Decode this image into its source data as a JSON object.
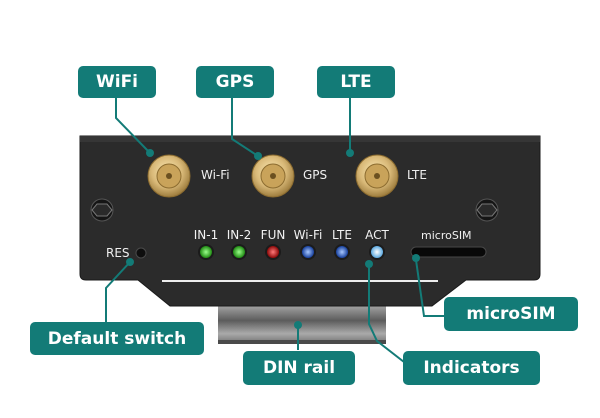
{
  "callouts": {
    "wifi": "WiFi",
    "gps": "GPS",
    "lte": "LTE",
    "default_switch": "Default switch",
    "din_rail": "DIN rail",
    "indicators": "Indicators",
    "microsim": "microSIM"
  },
  "device": {
    "antenna_labels": {
      "wifi": "Wi-Fi",
      "gps": "GPS",
      "lte": "LTE"
    },
    "res_label": "RES",
    "microsim_label": "microSIM",
    "leds": [
      {
        "label": "IN-1",
        "color": "#3bd42a"
      },
      {
        "label": "IN-2",
        "color": "#3bd42a"
      },
      {
        "label": "FUN",
        "color": "#e01818"
      },
      {
        "label": "Wi-Fi",
        "color": "#2e6ef0"
      },
      {
        "label": "LTE",
        "color": "#2e6ef0"
      },
      {
        "label": "ACT",
        "color": "#9fd8ff"
      }
    ]
  },
  "colors": {
    "accent": "#137b77",
    "device_body": "#2b2b2b",
    "connector_gold": "#d9b978"
  }
}
